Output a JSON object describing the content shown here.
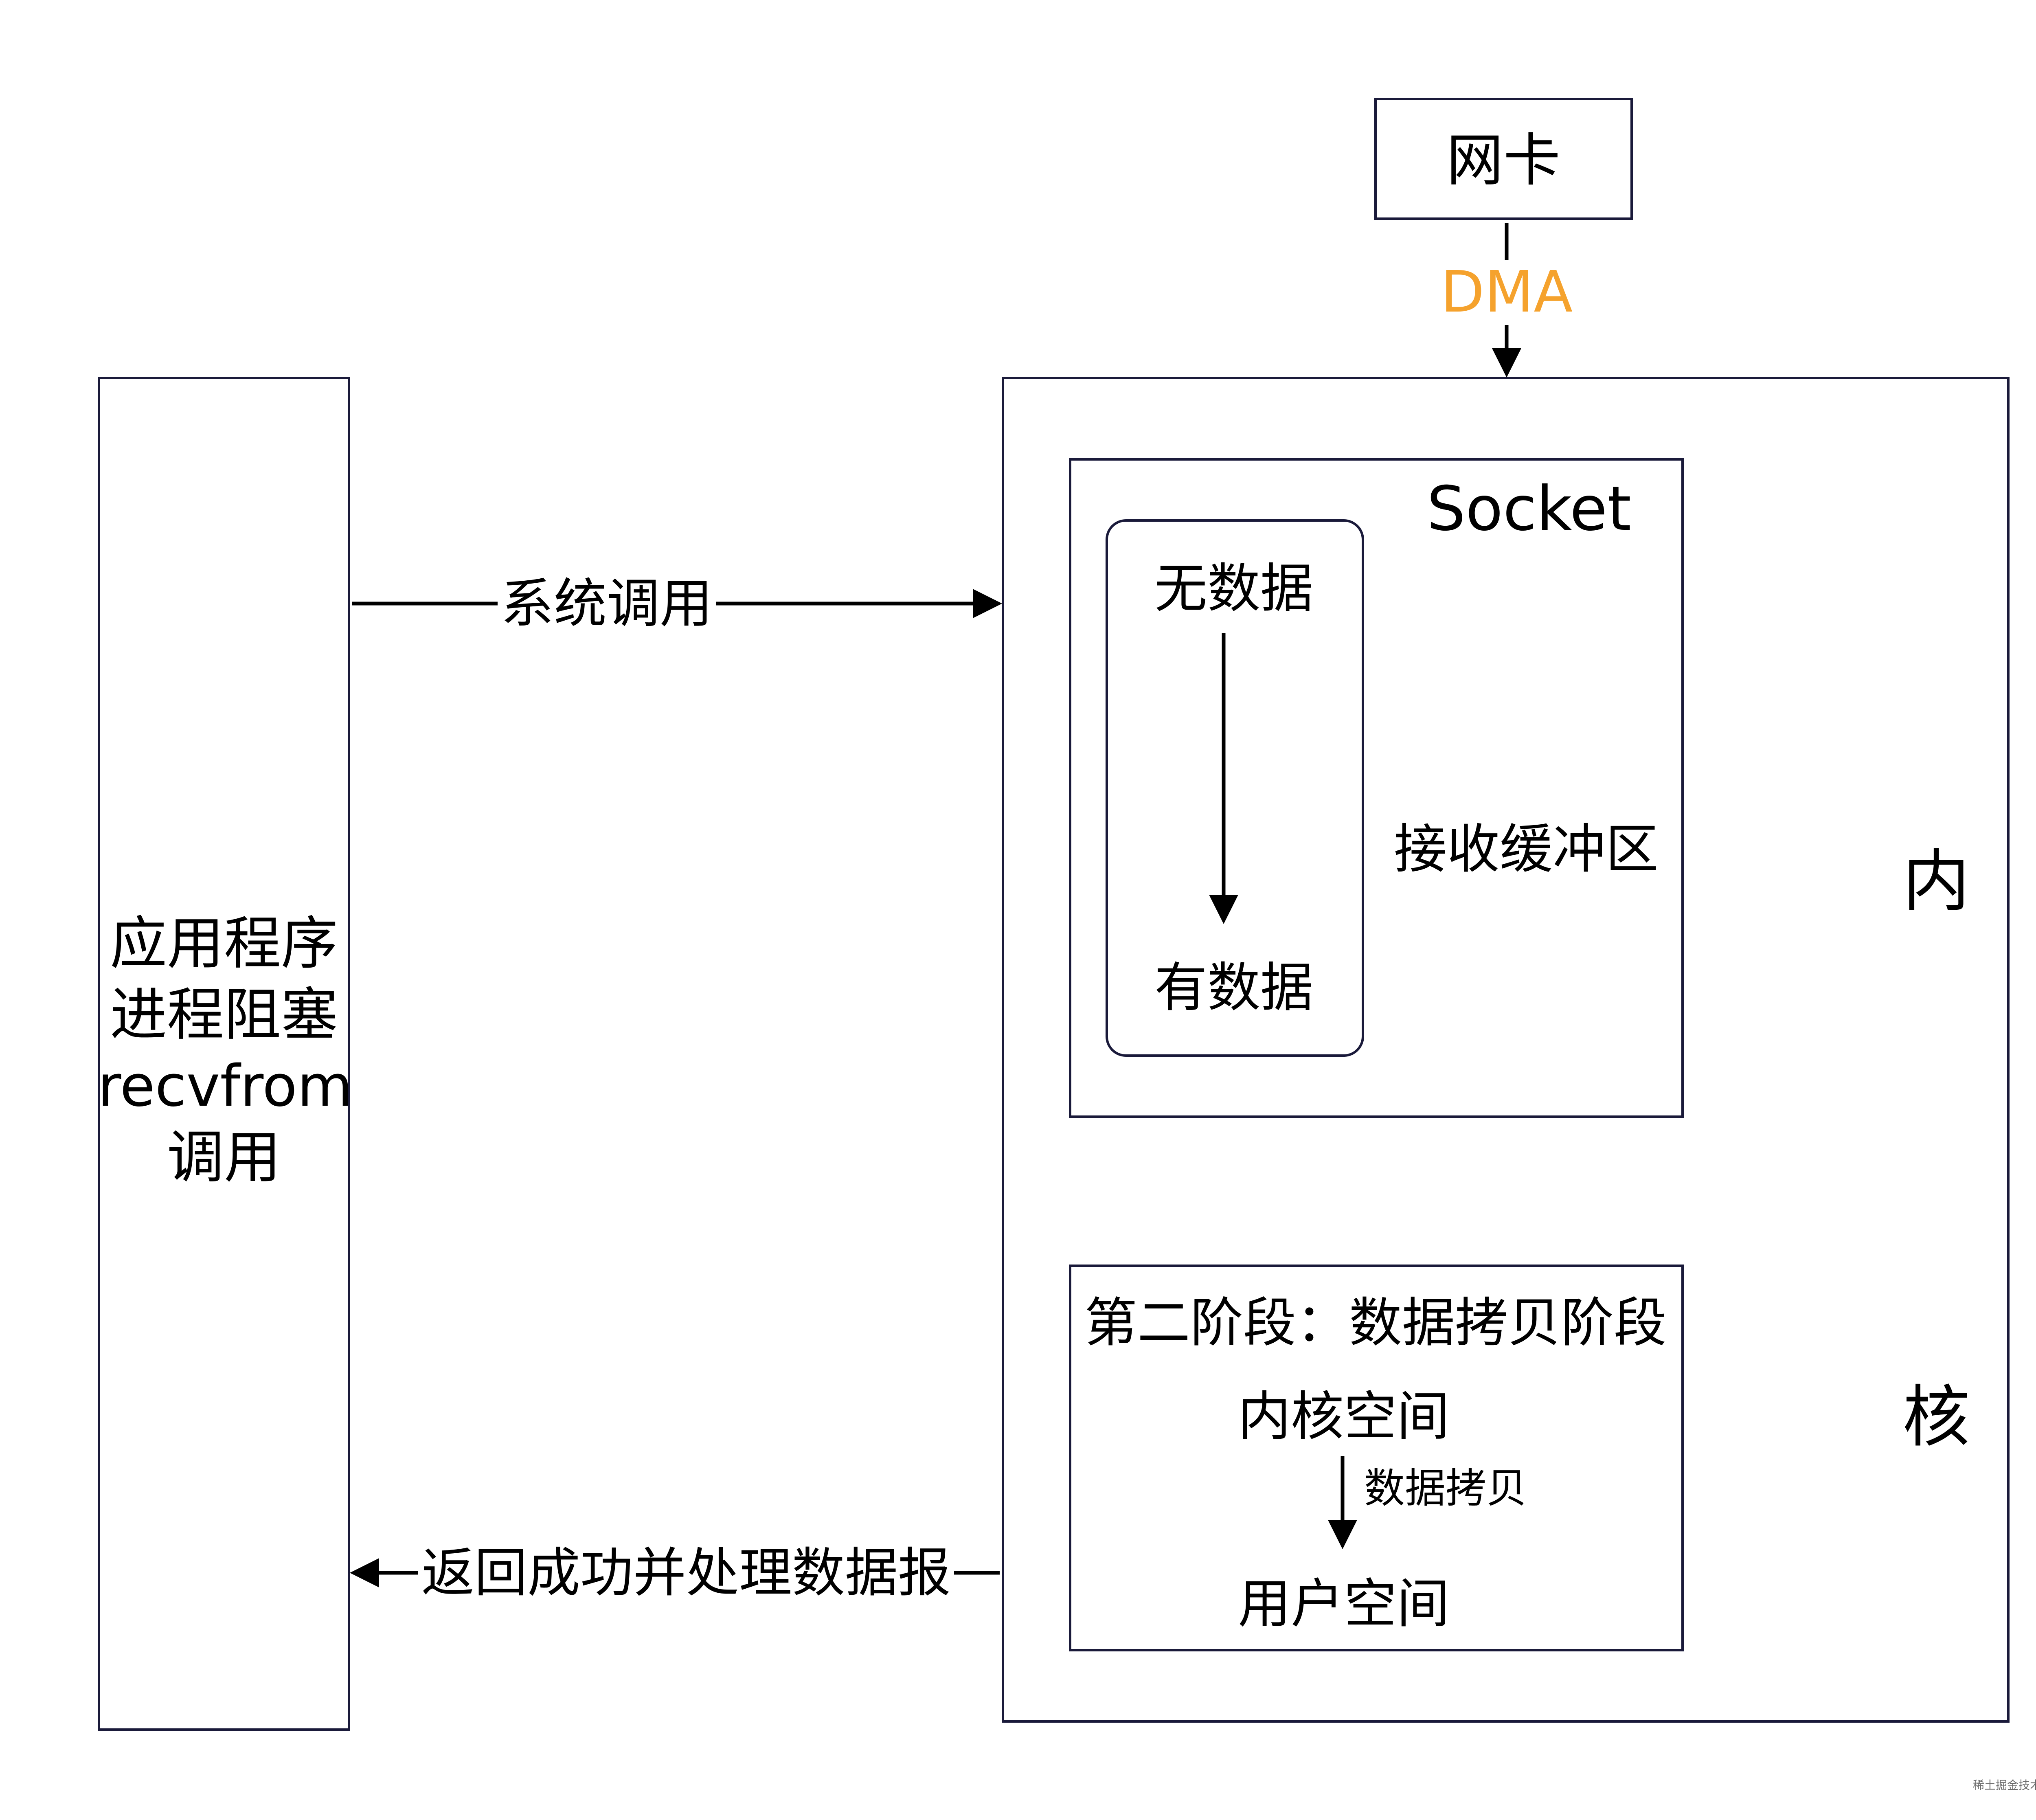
{
  "nodes": {
    "nic": "网卡",
    "dma": "DMA",
    "app": [
      "应用程序",
      "进程阻塞",
      "recvfrom",
      "调用"
    ],
    "socket": "Socket",
    "no_data": "无数据",
    "has_data": "有数据",
    "recv_buffer": "接收缓冲区",
    "kernel_char_1": "内",
    "kernel_char_2": "核",
    "stage_two": "第二阶段：数据拷贝阶段",
    "kernel_space": "内核空间",
    "copy_label": "数据拷贝",
    "user_space": "用户空间"
  },
  "edges": {
    "syscall": "系统调用",
    "return": "返回成功并处理数据报"
  },
  "colors": {
    "dma": "#f5a22d",
    "border": "#1a1a3a"
  },
  "watermark": "稀土掘金技术社区 @ 次元"
}
